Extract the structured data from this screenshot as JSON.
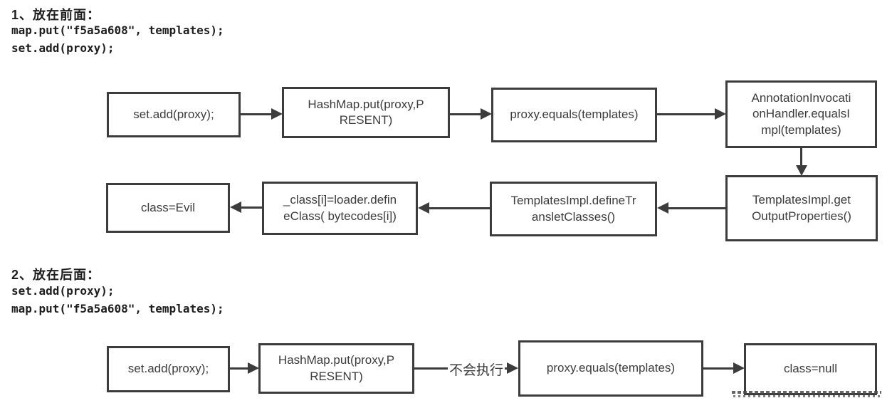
{
  "section1": {
    "heading": "1、放在前面：",
    "code_lines": [
      "map.put(\"f5a5a608\", templates);",
      "set.add(proxy);"
    ]
  },
  "section2": {
    "heading": "2、放在后面：",
    "code_lines": [
      "set.add(proxy);",
      "map.put(\"f5a5a608\", templates);"
    ]
  },
  "diagram1": {
    "nodes": [
      {
        "name": "set-add-proxy",
        "label": "set.add(proxy);"
      },
      {
        "name": "hashmap-put",
        "label": "HashMap.put(proxy,P\nRESENT)"
      },
      {
        "name": "proxy-equals",
        "label": "proxy.equals(templates)"
      },
      {
        "name": "annotation-invocation-handler",
        "label": "AnnotationInvocati\nonHandler.equalsI\nmpl(templates)"
      },
      {
        "name": "templates-impl-get-output-properties",
        "label": "TemplatesImpl.get\nOutputProperties()"
      },
      {
        "name": "templates-impl-define-translet-classes",
        "label": "TemplatesImpl.defineTr\nansletClasses()"
      },
      {
        "name": "loader-define-class",
        "label": "_class[i]=loader.defin\neClass( bytecodes[i])"
      },
      {
        "name": "class-evil",
        "label": "class=Evil"
      }
    ]
  },
  "diagram2": {
    "nodes": [
      {
        "name": "set-add-proxy",
        "label": "set.add(proxy);"
      },
      {
        "name": "hashmap-put",
        "label": "HashMap.put(proxy,P\nRESENT)"
      },
      {
        "name": "proxy-equals",
        "label": "proxy.equals(templates)"
      },
      {
        "name": "class-null",
        "label": "class=null"
      }
    ],
    "edge_label": "不会执行"
  },
  "colors": {
    "line": "#3c3c3c",
    "text": "#1e1e1e",
    "background": "#ffffff"
  }
}
